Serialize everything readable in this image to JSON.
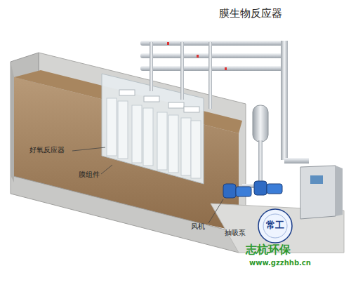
{
  "diagram": {
    "title": "膜生物反应器",
    "labels": [
      "好氧反应器",
      "膜组件",
      "风机",
      "抽吸泵",
      "常工",
      "志杭环保",
      "www.gzzhhb.cn"
    ]
  }
}
